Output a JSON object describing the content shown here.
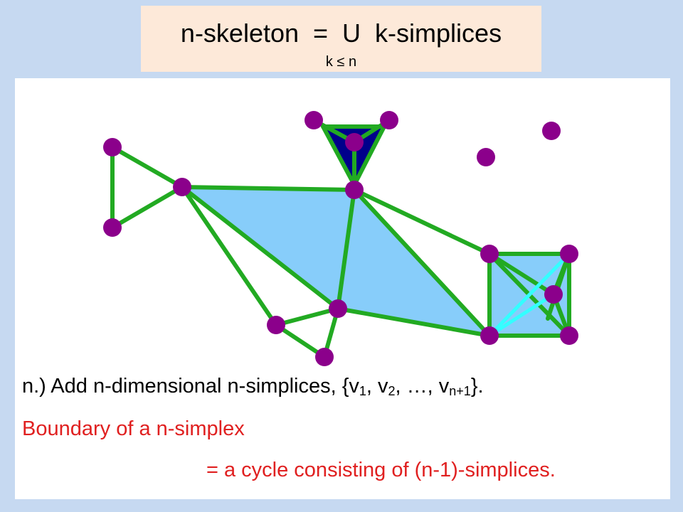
{
  "title": {
    "main": "n-skeleton  =  U  k-simplices",
    "subscript": "k ≤ n"
  },
  "text": {
    "line1_prefix": "n.) Add n-dimensional n-simplices, {v",
    "sub1": "1",
    "sep1": ", v",
    "sub2": "2",
    "sep2": ", …, v",
    "sub3": "n+1",
    "line1_suffix": "}.",
    "line2": "Boundary of a n-simplex",
    "line3": "= a cycle consisting of (n-1)-simplices."
  },
  "colors": {
    "edge": "#22aa22",
    "vertex": "#8b008b",
    "face_light": "#87cdfa",
    "face_dark": "#00008b",
    "edge_highlight": "#33ffff",
    "red_text": "#e02020",
    "background": "#c6d9f1",
    "title_box": "#fde9d9"
  }
}
